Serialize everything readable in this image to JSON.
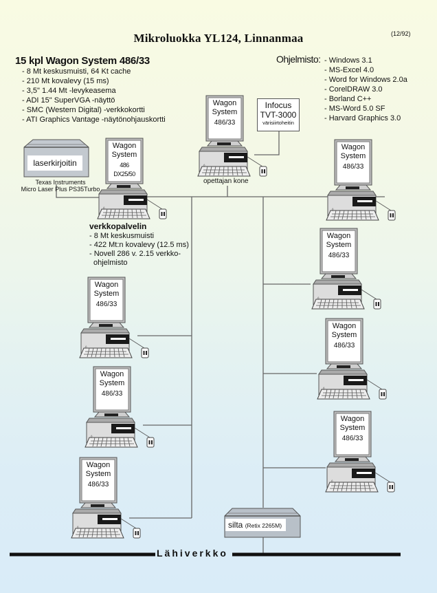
{
  "header": {
    "title": "Mikroluokka YL124, Linnanmaa",
    "date": "(12/92)"
  },
  "workstations_spec": {
    "title": "15 kpl Wagon System 486/33",
    "items": [
      "- 8 Mt keskusmuisti, 64 Kt cache",
      "- 210 Mt kovalevy (15 ms)",
      "- 3,5\" 1.44 Mt -levykeasema",
      "- ADI 15\" SuperVGA -näyttö",
      "- SMC (Western Digital) -verkkokortti",
      "- ATI Graphics Vantage -näytönohjauskortti"
    ]
  },
  "software": {
    "label": "Ohjelmisto:",
    "items": [
      "- Windows 3.1",
      "- MS-Excel 4.0",
      "- Word for Windows 2.0a",
      "- CorelDRAW 3.0",
      "- Borland C++",
      "- MS-Word 5.0 SF",
      "- Harvard Graphics 3.0"
    ]
  },
  "printer": {
    "label": "laserkirjoitin",
    "caption_line1": "Texas Instruments",
    "caption_line2": "Micro Laser Plus PS35Turbo"
  },
  "server": {
    "screen_line1": "Wagon",
    "screen_line2": "System",
    "screen_line3": "486 DX25/50",
    "title": "verkkopalvelin",
    "items": [
      "- 8 Mt keskusmuisti",
      "- 422 Mt:n kovalevy (12.5 ms)",
      "- Novell 286 v. 2.15 verkko-",
      "ohjelmisto"
    ]
  },
  "teacher": {
    "screen_line1": "Wagon",
    "screen_line2": "System",
    "screen_line3": "486/33",
    "label": "opettajan kone"
  },
  "projector": {
    "line1": "Infocus",
    "line2": "TVT-3000",
    "line3": "värisiirtoheitin"
  },
  "workstation": {
    "screen_line1": "Wagon",
    "screen_line2": "System",
    "screen_line3": "486/33"
  },
  "bridge": {
    "label": "silta",
    "model": "(Retix 2265M)"
  },
  "lan": {
    "label": "Lähiverkko"
  }
}
